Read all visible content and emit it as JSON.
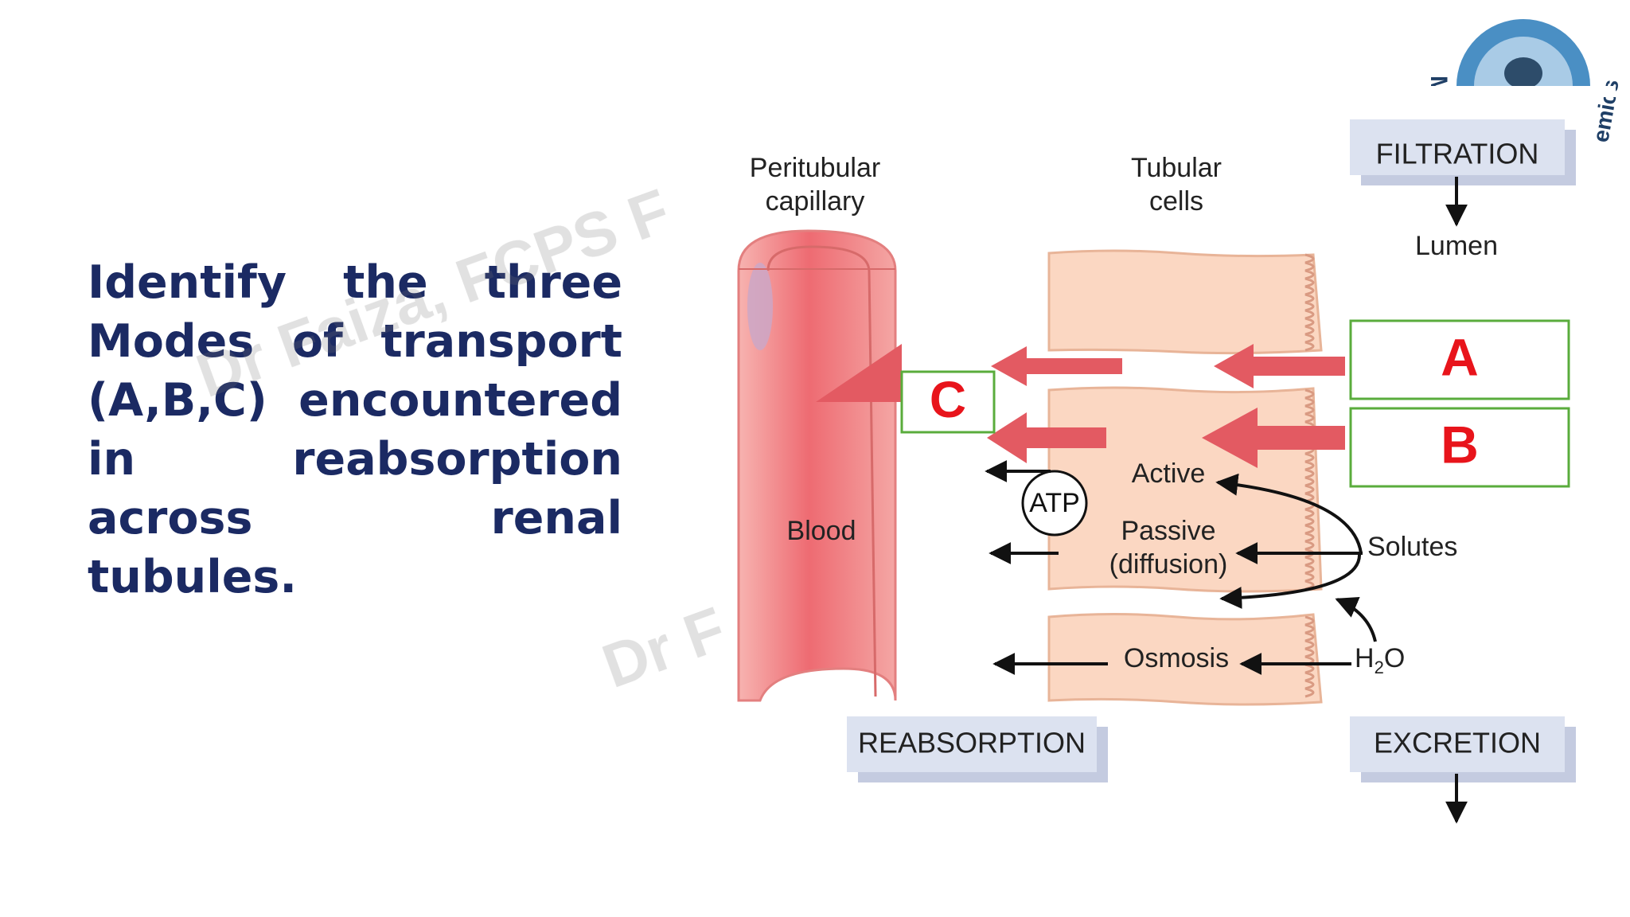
{
  "question": "Identify the three Modes of transport (A,B,C) encountered in reabsorption across renal tubules.",
  "watermark": {
    "text": "Dr Faiza, FCPS F",
    "text_lower": "Dr F"
  },
  "logo": {
    "left_text": "M",
    "right_text": "emics"
  },
  "diagram": {
    "peritubular_capillary": "Peritubular capillary",
    "tubular_cells": "Tubular cells",
    "blood": "Blood",
    "lumen": "Lumen",
    "filtration": "FILTRATION",
    "reabsorption": "REABSORPTION",
    "excretion": "EXCRETION",
    "atp": "ATP",
    "active": "Active",
    "passive": "Passive",
    "diffusion": "(diffusion)",
    "solutes": "Solutes",
    "osmosis": "Osmosis",
    "water_h": "H",
    "water_sub": "2",
    "water_o": "O"
  },
  "labels": {
    "a": "A",
    "b": "B",
    "c": "C"
  },
  "colors": {
    "title": "#1b2a63",
    "label_red": "#e8141b",
    "box_green": "#5aac3c",
    "red_arrow": "#e35a62",
    "tissue": "#fbd7c2",
    "vessel": "#f4a6a4",
    "header_box": "#dce2f0"
  }
}
